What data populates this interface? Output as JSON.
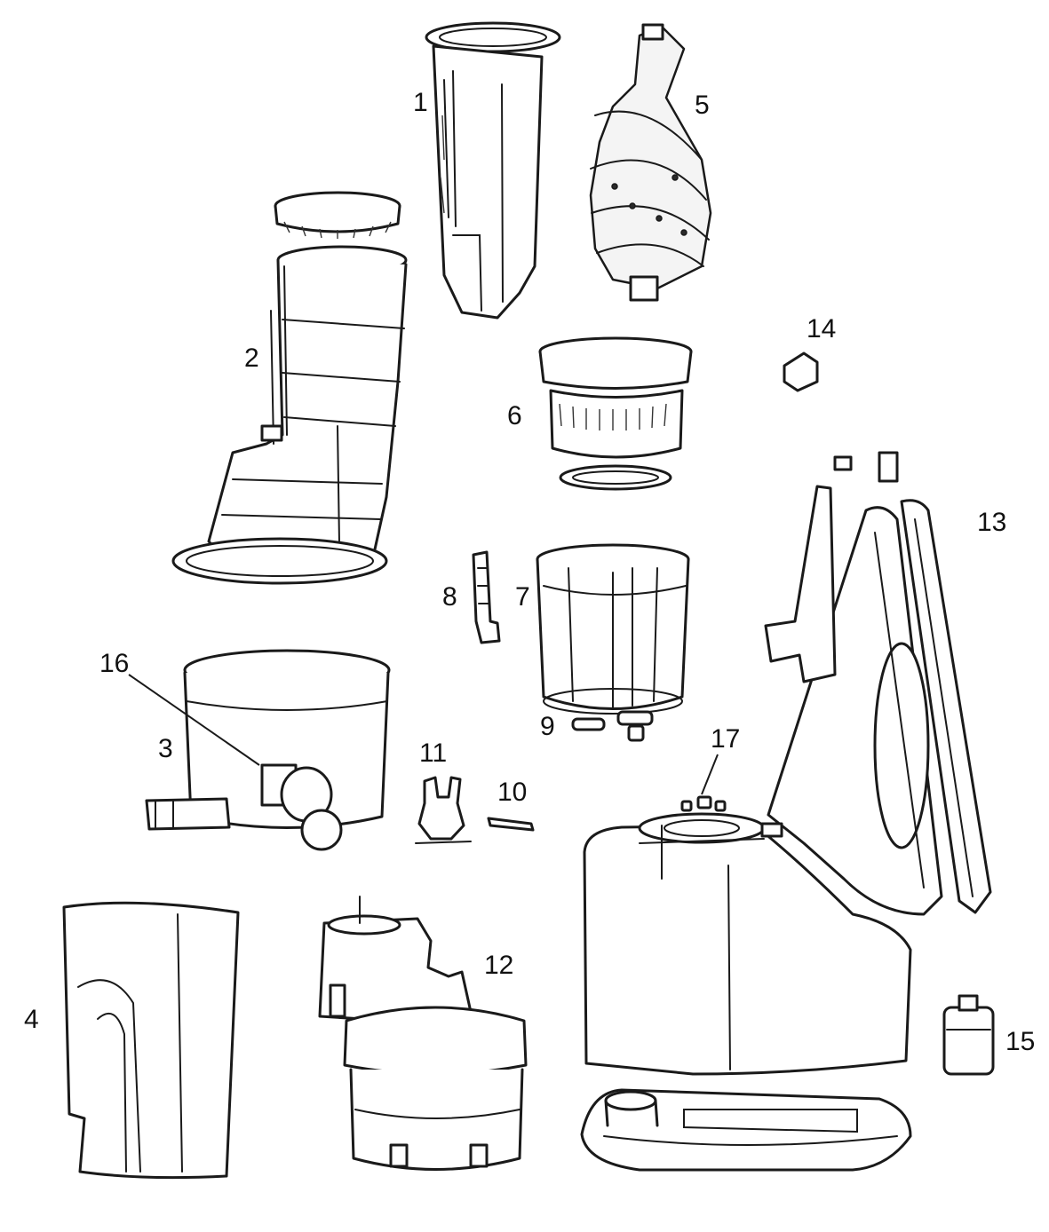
{
  "diagram": {
    "callouts": [
      {
        "id": "1",
        "text": "1"
      },
      {
        "id": "2",
        "text": "2"
      },
      {
        "id": "3",
        "text": "3"
      },
      {
        "id": "4",
        "text": "4"
      },
      {
        "id": "5",
        "text": "5"
      },
      {
        "id": "6",
        "text": "6"
      },
      {
        "id": "7",
        "text": "7"
      },
      {
        "id": "8",
        "text": "8"
      },
      {
        "id": "9",
        "text": "9"
      },
      {
        "id": "10",
        "text": "10"
      },
      {
        "id": "11",
        "text": "11"
      },
      {
        "id": "12",
        "text": "12"
      },
      {
        "id": "13",
        "text": "13"
      },
      {
        "id": "14",
        "text": "14"
      },
      {
        "id": "15",
        "text": "15"
      },
      {
        "id": "16",
        "text": "16"
      },
      {
        "id": "17",
        "text": "17"
      }
    ],
    "colors": {
      "ink": "#1a1a1a",
      "paper": "#ffffff"
    }
  }
}
